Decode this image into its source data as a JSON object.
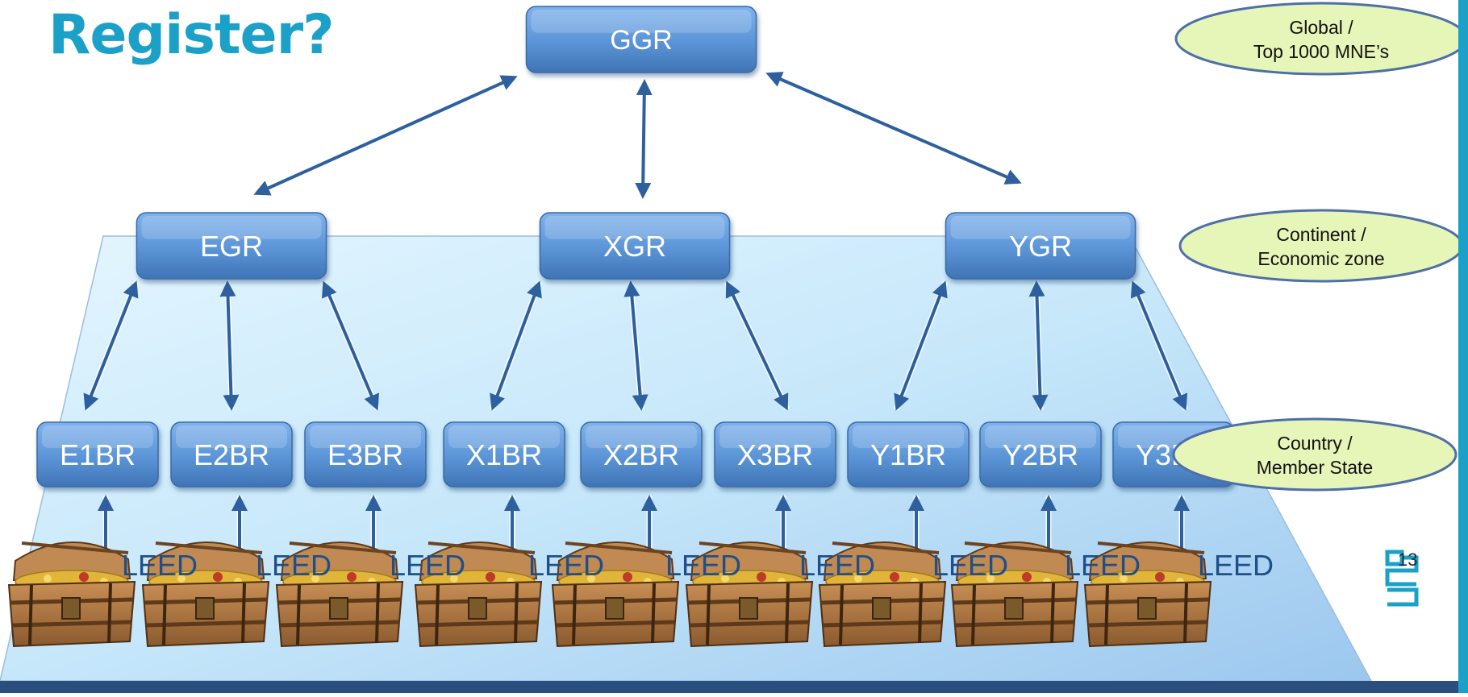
{
  "slide": {
    "title": "Register?",
    "page_number": "13",
    "accent_color": "#1ba0c8"
  },
  "levels": [
    {
      "id": "global",
      "line1": "Global /",
      "line2": "Top 1000 MNE’s"
    },
    {
      "id": "continent",
      "line1": "Continent /",
      "line2": "Economic zone"
    },
    {
      "id": "country",
      "line1": "Country /",
      "line2": "Member State"
    }
  ],
  "registers": {
    "global": "GGR",
    "continental": [
      "EGR",
      "XGR",
      "YGR"
    ],
    "national": [
      "E1BR",
      "E2BR",
      "E3BR",
      "X1BR",
      "X2BR",
      "X3BR",
      "Y1BR",
      "Y2BR",
      "Y3BR"
    ]
  },
  "leed_label": "LEED",
  "icons": {
    "chest": "treasure-chest-icon",
    "logo": "cbs-logo-icon"
  },
  "colors": {
    "box": "#5b94d6",
    "box_text": "#ffffff",
    "ellipse": "#e6f5b8",
    "ellipse_border": "#4f6fa8",
    "platform": "#cfe6f8",
    "arrow": "#2e5f9e"
  }
}
